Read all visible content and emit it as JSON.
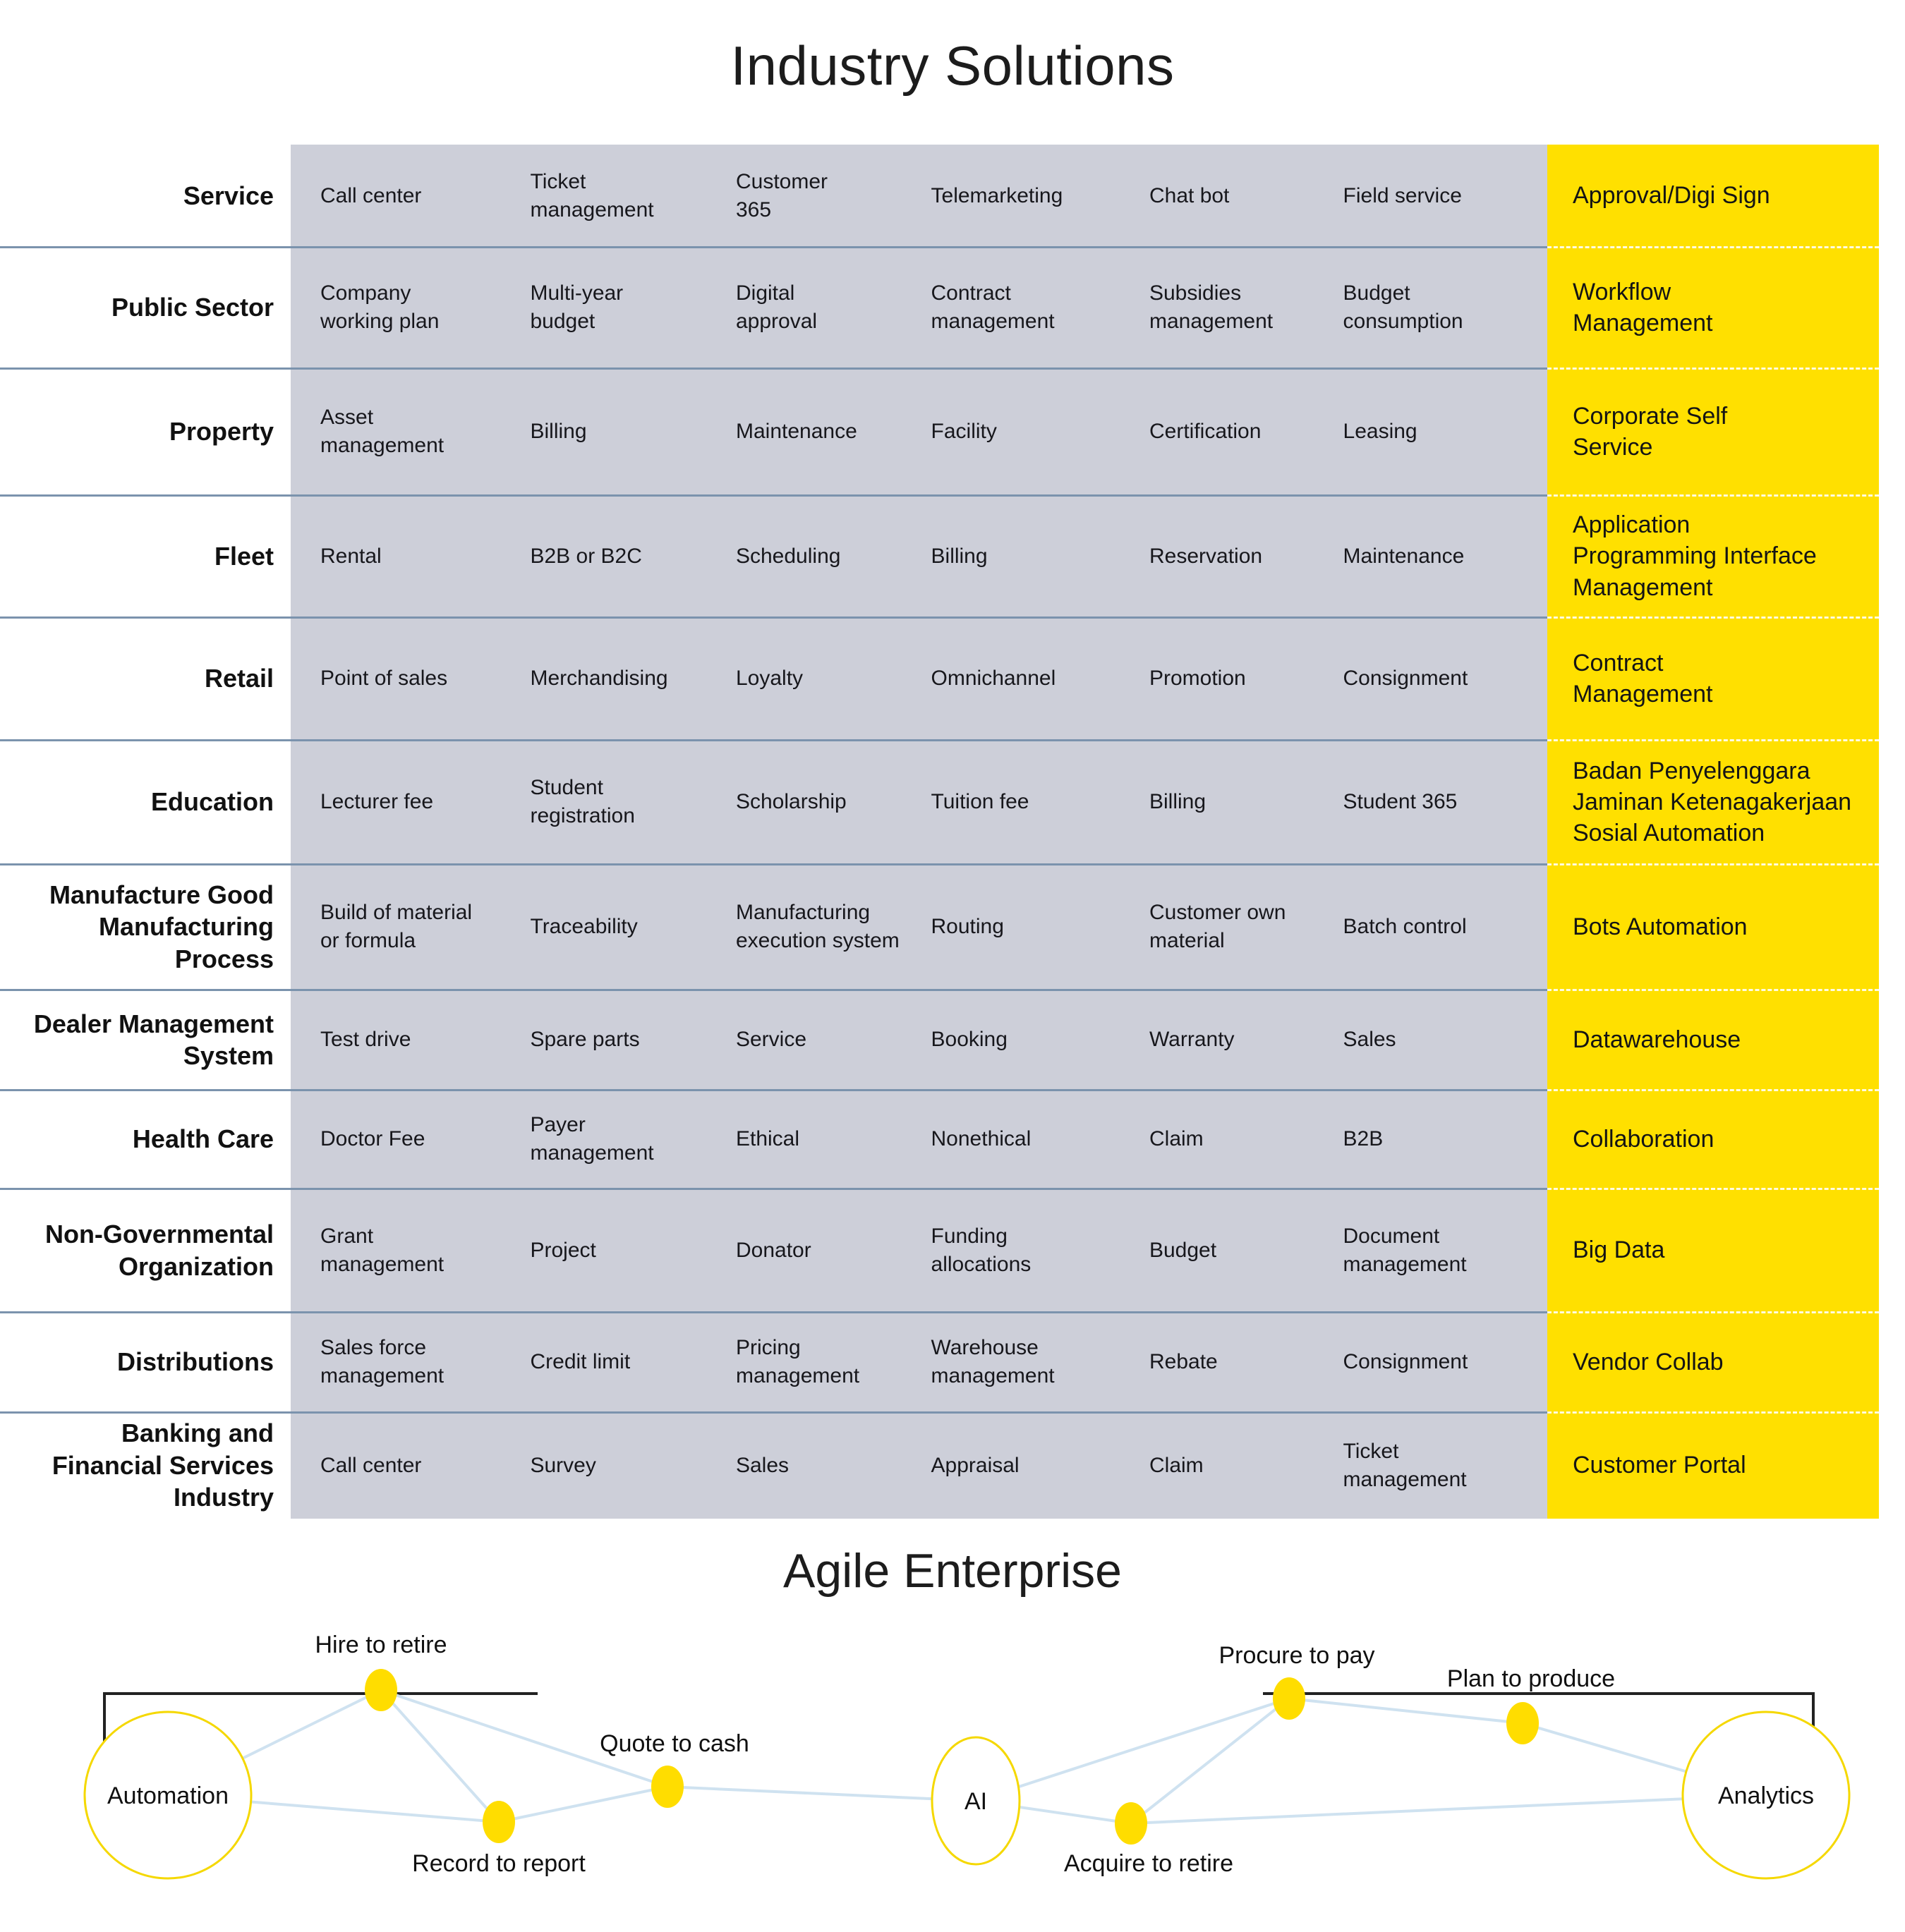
{
  "page": {
    "title": "Industry Solutions",
    "agile_title": "Agile Enterprise"
  },
  "colors": {
    "accent_yellow": "#ffe000",
    "band_grey": "#cdcfd9",
    "divider_blue": "#7b93ad",
    "node_yellow": "#ffdd00",
    "link_blue": "#cfe2f0",
    "hub_outline": "#f5d800"
  },
  "matrix": {
    "rows": [
      {
        "label": "Service",
        "cells": [
          "Call center",
          "Ticket\nmanagement",
          "Customer\n365",
          "Telemarketing",
          "Chat bot",
          "Field service"
        ],
        "highlight": "Approval/Digi Sign"
      },
      {
        "label": "Public Sector",
        "cells": [
          "Company\nworking plan",
          "Multi-year\nbudget",
          "Digital\napproval",
          "Contract\nmanagement",
          "Subsidies\nmanagement",
          "Budget\nconsumption"
        ],
        "highlight": "Workflow\nManagement"
      },
      {
        "label": "Property",
        "cells": [
          "Asset\nmanagement",
          "Billing",
          "Maintenance",
          "Facility",
          "Certification",
          "Leasing"
        ],
        "highlight": "Corporate Self\nService"
      },
      {
        "label": "Fleet",
        "cells": [
          "Rental",
          "B2B or B2C",
          "Scheduling",
          "Billing",
          "Reservation",
          "Maintenance"
        ],
        "highlight": "Application\nProgramming Interface\nManagement"
      },
      {
        "label": "Retail",
        "cells": [
          "Point of sales",
          "Merchandising",
          "Loyalty",
          "Omnichannel",
          "Promotion",
          "Consignment"
        ],
        "highlight": "Contract\nManagement"
      },
      {
        "label": "Education",
        "cells": [
          "Lecturer fee",
          "Student\nregistration",
          "Scholarship",
          "Tuition fee",
          "Billing",
          "Student 365"
        ],
        "highlight": "Badan Penyelenggara\nJaminan Ketenagakerjaan\nSosial Automation"
      },
      {
        "label": "Manufacture Good\nManufacturing\nProcess",
        "cells": [
          "Build of material\nor formula",
          "Traceability",
          "Manufacturing\nexecution system",
          "Routing",
          "Customer own\nmaterial",
          "Batch control"
        ],
        "highlight": "Bots Automation"
      },
      {
        "label": "Dealer Management\nSystem",
        "cells": [
          "Test drive",
          "Spare parts",
          "Service",
          "Booking",
          "Warranty",
          "Sales"
        ],
        "highlight": "Datawarehouse"
      },
      {
        "label": "Health Care",
        "cells": [
          "Doctor Fee",
          "Payer\nmanagement",
          "Ethical",
          "Nonethical",
          "Claim",
          "B2B"
        ],
        "highlight": "Collaboration"
      },
      {
        "label": "Non-Governmental\nOrganization",
        "cells": [
          "Grant\nmanagement",
          "Project",
          "Donator",
          "Funding\nallocations",
          "Budget",
          "Document\nmanagement"
        ],
        "highlight": "Big Data"
      },
      {
        "label": "Distributions",
        "cells": [
          "Sales force\nmanagement",
          "Credit limit",
          "Pricing\nmanagement",
          "Warehouse\nmanagement",
          "Rebate",
          "Consignment"
        ],
        "highlight": "Vendor Collab"
      },
      {
        "label": "Banking and\nFinancial Services\nIndustry",
        "cells": [
          "Call center",
          "Survey",
          "Sales",
          "Appraisal",
          "Claim",
          "Ticket\nmanagement"
        ],
        "highlight": "Customer Portal"
      }
    ]
  },
  "agile": {
    "hubs": [
      {
        "name": "Automation"
      },
      {
        "name": "AI"
      },
      {
        "name": "Analytics"
      }
    ],
    "nodes": [
      {
        "name": "Hire to retire"
      },
      {
        "name": "Record to report"
      },
      {
        "name": "Quote to cash"
      },
      {
        "name": "Acquire to retire"
      },
      {
        "name": "Procure to pay"
      },
      {
        "name": "Plan to produce"
      }
    ]
  }
}
